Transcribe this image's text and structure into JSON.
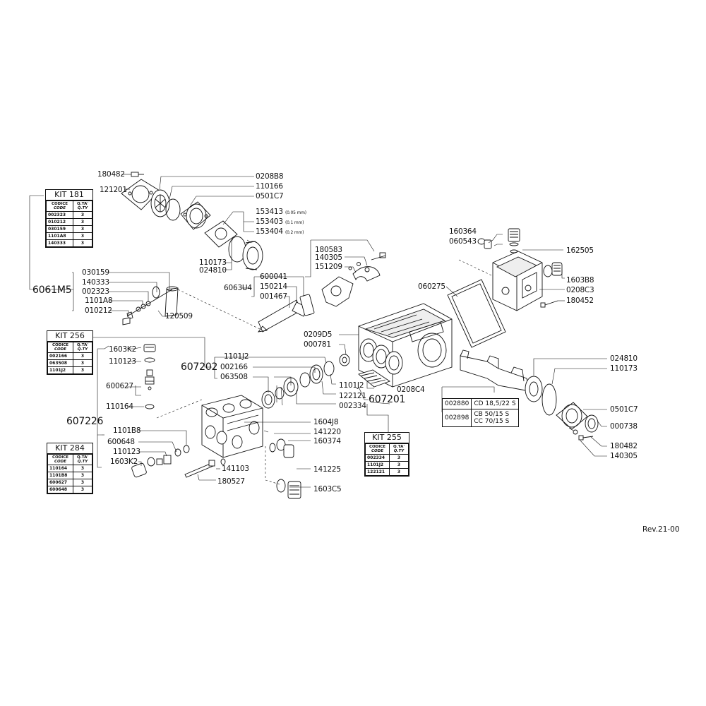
{
  "labels": {
    "l180482a": "180482",
    "l121201": "121201",
    "l0208B8": "0208B8",
    "l110166": "110166",
    "l0501C7a": "0501C7",
    "l153413": "153413",
    "l153413n": "(0.05 mm)",
    "l153403": "153403",
    "l153403n": "(0.1 mm)",
    "l153404": "153404",
    "l153404n": "(0.2 mm)",
    "l110173a": "110173",
    "l024810a": "024810",
    "l030159": "030159",
    "l140333": "140333",
    "l002323": "002323",
    "l1101A8": "1101A8",
    "l010212": "010212",
    "l120509": "120509",
    "l6061M5": "6061M5",
    "l6063U4": "6063U4",
    "l600041": "600041",
    "l150214": "150214",
    "l001467": "001467",
    "l180583": "180583",
    "l140305a": "140305",
    "l151209": "151209",
    "l160364": "160364",
    "l060543": "060543",
    "l162505": "162505",
    "l1603B8": "1603B8",
    "l0208C3": "0208C3",
    "l180452": "180452",
    "l060275": "060275",
    "l0209D5": "0209D5",
    "l000781": "000781",
    "l1101J2a": "1101J2",
    "l002166": "002166",
    "l063508": "063508",
    "l607202": "607202",
    "l1101J2b": "1101J2",
    "l122121": "122121",
    "l002334": "002334",
    "l0208C4": "0208C4",
    "l607201": "607201",
    "l1603K2a": "1603K2",
    "l110123a": "110123",
    "l600627": "600627",
    "l110164": "110164",
    "l607226": "607226",
    "l1101B8": "1101B8",
    "l600648": "600648",
    "l110123b": "110123",
    "l1603K2b": "1603K2",
    "l141103": "141103",
    "l180527": "180527",
    "l1604J8": "1604J8",
    "l141220": "141220",
    "l160374": "160374",
    "l141225": "141225",
    "l1603C5": "1603C5",
    "l024810b": "024810",
    "l110173b": "110173",
    "l0501C7b": "0501C7",
    "l000738": "000738",
    "l180482b": "180482",
    "l140305b": "140305"
  },
  "kits": {
    "k181": {
      "title": "KIT 181",
      "h_code": "CODICE",
      "h_code_en": "CODE",
      "h_qty": "Q.TA'",
      "h_qty_en": "Q.TY",
      "rows": [
        [
          "002323",
          "3"
        ],
        [
          "010212",
          "3"
        ],
        [
          "030159",
          "3"
        ],
        [
          "1101A8",
          "3"
        ],
        [
          "140333",
          "3"
        ]
      ]
    },
    "k256": {
      "title": "KIT 256",
      "h_code": "CODICE",
      "h_code_en": "CODE",
      "h_qty": "Q.TA'",
      "h_qty_en": "Q.TY",
      "rows": [
        [
          "002166",
          "3"
        ],
        [
          "063508",
          "3"
        ],
        [
          "1101J2",
          "3"
        ]
      ]
    },
    "k284": {
      "title": "KIT 284",
      "h_code": "CODICE",
      "h_code_en": "CODE",
      "h_qty": "Q.TA'",
      "h_qty_en": "Q.TY",
      "rows": [
        [
          "110164",
          "3"
        ],
        [
          "1101B8",
          "3"
        ],
        [
          "600627",
          "3"
        ],
        [
          "600648",
          "3"
        ]
      ]
    },
    "k255": {
      "title": "KIT 255",
      "h_code": "CODICE",
      "h_code_en": "CODE",
      "h_qty": "Q.TA'",
      "h_qty_en": "Q.TY",
      "rows": [
        [
          "002334",
          "3"
        ],
        [
          "1101J2",
          "3"
        ],
        [
          "122121",
          "3"
        ]
      ]
    }
  },
  "shaft_table": {
    "r1_code": "002880",
    "r1_desc": "CD 18,5/22 S",
    "r2_code": "002898",
    "r2_desc_a": "CB 50/15 S",
    "r2_desc_b": "CC 70/15 S"
  },
  "revision": "Rev.21-00"
}
